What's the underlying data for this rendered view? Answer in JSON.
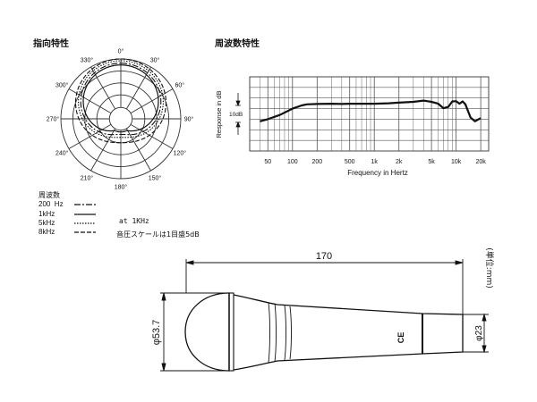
{
  "polar": {
    "title": "指向特性",
    "angles": [
      "0°",
      "30°",
      "60°",
      "90°",
      "120°",
      "150°",
      "180°",
      "210°",
      "240°",
      "270°",
      "300°",
      "330°"
    ]
  },
  "legend": {
    "title": "周波数",
    "items": [
      {
        "label": "200  Hz",
        "dash": "7 2 2 2"
      },
      {
        "label": "1kHz",
        "dash": ""
      },
      {
        "label": "5kHz",
        "dash": "1.5 1.5"
      },
      {
        "label": "8kHz",
        "dash": "5 2"
      }
    ]
  },
  "notes": {
    "line1": "at  1KHz",
    "line2": "音圧スケールは1目盛5dB"
  },
  "freq": {
    "title": "周波数特性",
    "ylabel": "Response in dB",
    "xlabel": "Frequency in Hertz",
    "scale_label": "10dB",
    "ticks": [
      "50",
      "100",
      "200",
      "500",
      "1k",
      "2k",
      "5k",
      "10k",
      "20k"
    ]
  },
  "chart_data": {
    "type": "line",
    "title": "周波数特性",
    "xlabel": "Frequency in Hertz",
    "ylabel": "Response in dB",
    "x_scale": "log",
    "xlim": [
      30,
      25000
    ],
    "ylim": [
      -20,
      15
    ],
    "x": [
      40,
      50,
      70,
      100,
      130,
      150,
      200,
      300,
      400,
      500,
      700,
      1000,
      1500,
      2000,
      3000,
      4000,
      4500,
      5000,
      6000,
      7000,
      8000,
      9000,
      10000,
      11000,
      12000,
      13000,
      15000,
      17000,
      20000
    ],
    "y": [
      -6,
      -5,
      -3,
      0,
      1.5,
      2,
      2.2,
      2.3,
      2.2,
      2.3,
      2.3,
      2.3,
      2.5,
      2.8,
      3.2,
      3.8,
      3.5,
      3.2,
      2.4,
      0.2,
      0.8,
      3.4,
      3.5,
      2.3,
      3.4,
      2.0,
      -4.2,
      -6.0,
      -4.5
    ]
  },
  "mic": {
    "length_label": "170",
    "unit_label": "(単位:mm)",
    "head_dia_label": "φ53.7",
    "tail_dia_label": "φ23",
    "ce_label": "CE"
  }
}
